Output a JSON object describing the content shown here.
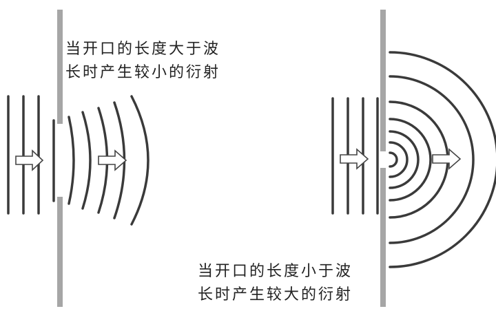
{
  "captions": {
    "small_diffraction": {
      "line1": "当开口的长度大于波",
      "line2": "长时产生较小的衍射"
    },
    "large_diffraction": {
      "line1": "当开口的长度小于波",
      "line2": "长时产生较大的衍射"
    }
  },
  "colors": {
    "barrier": "#a6a6a6",
    "wave": "#3a3a3a",
    "arrow_fill": "#ffffff",
    "arrow_stroke": "#444444"
  },
  "icons": [
    "arrow-right-icon"
  ]
}
